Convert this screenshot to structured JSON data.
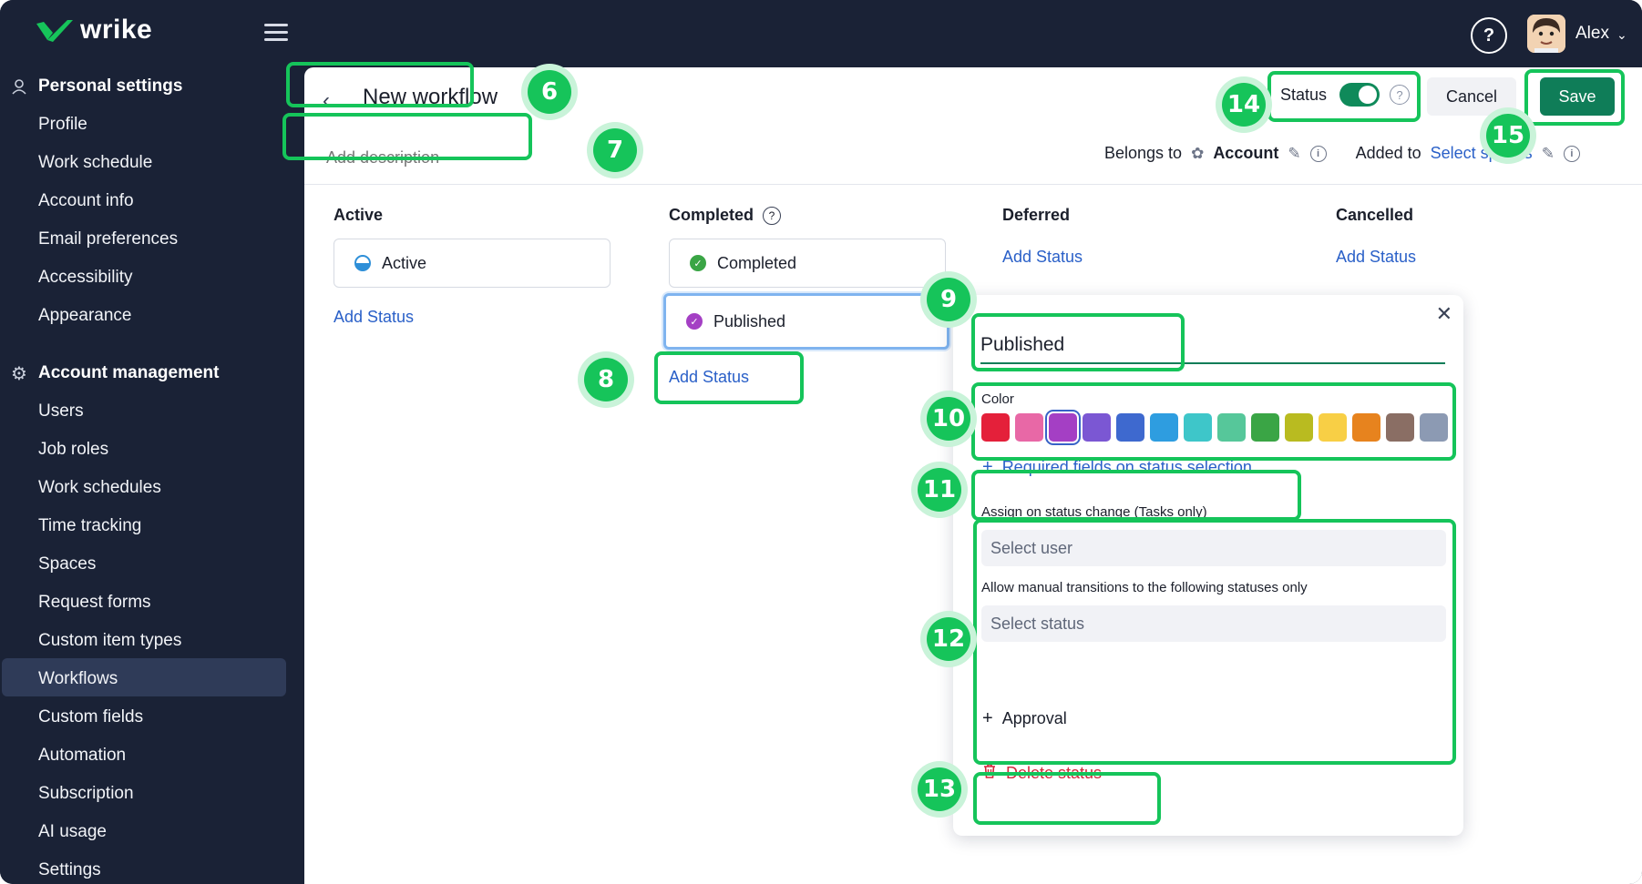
{
  "app": {
    "logo_text": "wrike",
    "user_name": "Alex"
  },
  "colors": {
    "brand_green": "#16c45a",
    "sidebar_bg": "#1a2236",
    "save_bg": "#0f7d58",
    "link": "#2a60c8",
    "delete": "#d3263b"
  },
  "sidebar": {
    "personal_title": "Personal settings",
    "personal_items": [
      "Profile",
      "Work schedule",
      "Account info",
      "Email preferences",
      "Accessibility",
      "Appearance"
    ],
    "account_title": "Account management",
    "account_items": [
      "Users",
      "Job roles",
      "Work schedules",
      "Time tracking",
      "Spaces",
      "Request forms",
      "Custom item types",
      "Workflows",
      "Custom fields",
      "Automation",
      "Subscription",
      "AI usage",
      "Settings"
    ],
    "active_item": "Workflows"
  },
  "header": {
    "title": "New workflow",
    "description_placeholder": "Add description",
    "status_label": "Status",
    "status_enabled": true,
    "cancel_label": "Cancel",
    "save_label": "Save",
    "belongs_to_label": "Belongs to",
    "belongs_to_value": "Account",
    "added_to_label": "Added to",
    "added_to_value": "Select spaces"
  },
  "columns": {
    "active": {
      "title": "Active",
      "statuses": [
        "Active"
      ],
      "add_label": "Add Status"
    },
    "completed": {
      "title": "Completed",
      "statuses": [
        "Completed",
        "Published"
      ],
      "add_label": "Add Status"
    },
    "deferred": {
      "title": "Deferred",
      "add_label": "Add Status"
    },
    "cancelled": {
      "title": "Cancelled",
      "add_label": "Add Status"
    }
  },
  "popover": {
    "status_name": "Published",
    "color_label": "Color",
    "swatches": [
      "#e4203a",
      "#e868a6",
      "#a43fc4",
      "#7b57d3",
      "#3e69cf",
      "#2e9de0",
      "#3ec6c9",
      "#56c79a",
      "#3aa545",
      "#b9bb20",
      "#f8cf45",
      "#e7831e",
      "#8a6e64",
      "#8c9ab3"
    ],
    "selected_swatch": 2,
    "required_fields_label": "Required fields on status selection",
    "assign_label": "Assign on status change (Tasks only)",
    "assign_placeholder": "Select user",
    "transitions_label": "Allow manual transitions to the following statuses only",
    "transitions_placeholder": "Select status",
    "approval_label": "Approval",
    "delete_label": "Delete status"
  },
  "callouts": [
    "6",
    "7",
    "8",
    "9",
    "10",
    "11",
    "12",
    "13",
    "14",
    "15"
  ]
}
